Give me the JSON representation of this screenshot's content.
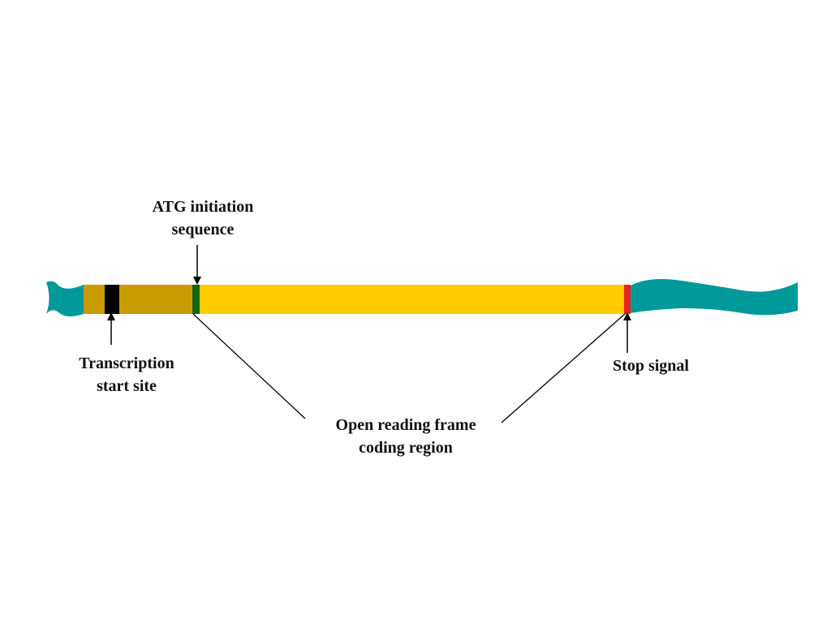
{
  "colors": {
    "flank": "#009999",
    "utr": "#C89B00",
    "orf": "#FFCC00",
    "transcription_marker": "#000000",
    "start_marker": "#116611",
    "stop_marker": "#EE2222",
    "line": "#000000"
  },
  "labels": {
    "atg": {
      "line1": "ATG initiation",
      "line2": "sequence"
    },
    "transcription": {
      "line1": "Transcription",
      "line2": "start site"
    },
    "stop": {
      "line1": "Stop signal"
    },
    "orf": {
      "line1": "Open reading frame",
      "line2": "coding region"
    }
  }
}
